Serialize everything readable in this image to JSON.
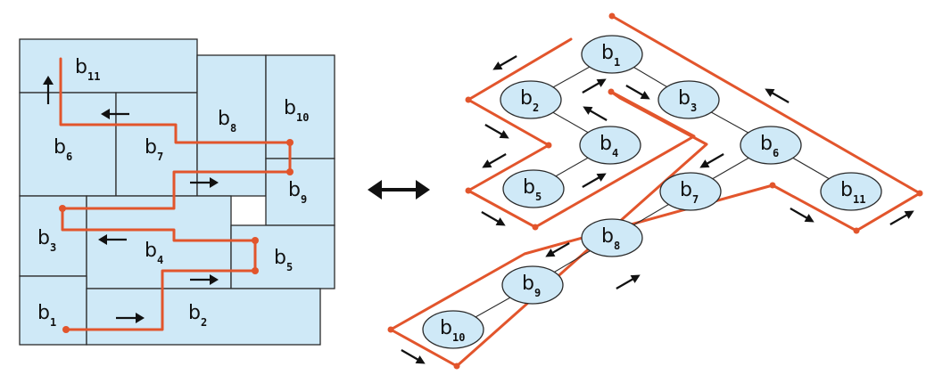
{
  "floorplan": {
    "blocks": [
      {
        "base": "b",
        "sub": "11"
      },
      {
        "base": "b",
        "sub": "6"
      },
      {
        "base": "b",
        "sub": "7"
      },
      {
        "base": "b",
        "sub": "8"
      },
      {
        "base": "b",
        "sub": "10"
      },
      {
        "base": "b",
        "sub": "9"
      },
      {
        "base": "b",
        "sub": "3"
      },
      {
        "base": "b",
        "sub": "4"
      },
      {
        "base": "b",
        "sub": "5"
      },
      {
        "base": "b",
        "sub": "1"
      },
      {
        "base": "b",
        "sub": "2"
      }
    ]
  },
  "tree": {
    "nodes": [
      {
        "base": "b",
        "sub": "1"
      },
      {
        "base": "b",
        "sub": "2"
      },
      {
        "base": "b",
        "sub": "3"
      },
      {
        "base": "b",
        "sub": "4"
      },
      {
        "base": "b",
        "sub": "5"
      },
      {
        "base": "b",
        "sub": "6"
      },
      {
        "base": "b",
        "sub": "7"
      },
      {
        "base": "b",
        "sub": "8"
      },
      {
        "base": "b",
        "sub": "9"
      },
      {
        "base": "b",
        "sub": "10"
      },
      {
        "base": "b",
        "sub": "11"
      }
    ]
  },
  "colors": {
    "block_fill": "#cfe9f7",
    "path": "#e2552c",
    "stroke": "#2b2b2b"
  },
  "icons": {
    "equivalence": "double-arrow-icon"
  }
}
